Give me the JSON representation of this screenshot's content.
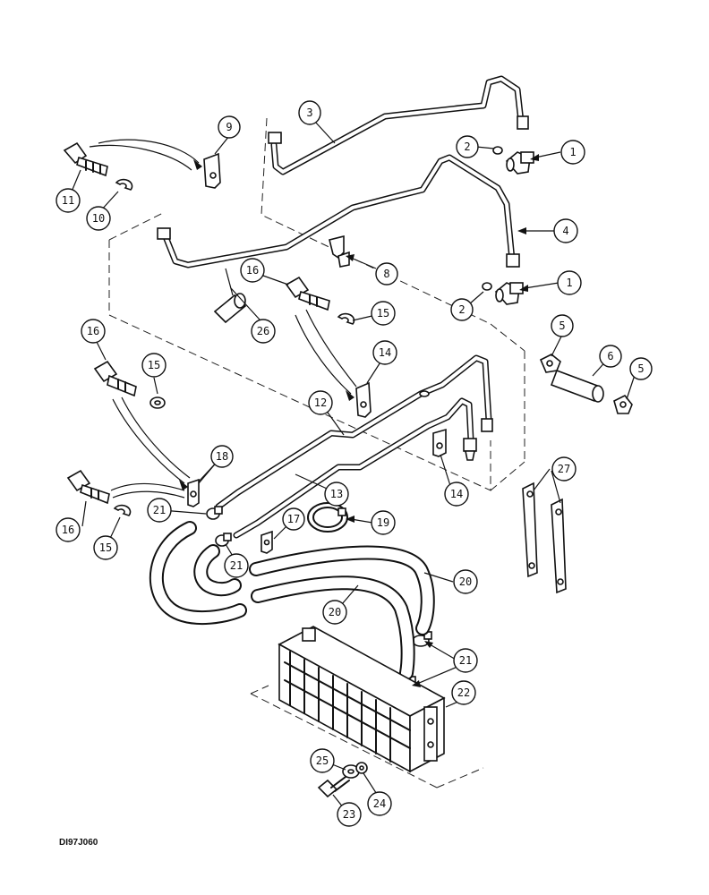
{
  "figure_id": "DI97J060",
  "callouts": {
    "c1a": "1",
    "c1b": "1",
    "c2a": "2",
    "c2b": "2",
    "c3": "3",
    "c4": "4",
    "c5a": "5",
    "c5b": "5",
    "c6": "6",
    "c8": "8",
    "c9": "9",
    "c10": "10",
    "c11": "11",
    "c12": "12",
    "c13": "13",
    "c14a": "14",
    "c14b": "14",
    "c15a": "15",
    "c15b": "15",
    "c15c": "15",
    "c16a": "16",
    "c16b": "16",
    "c16c": "16",
    "c17": "17",
    "c18": "18",
    "c19": "19",
    "c20a": "20",
    "c20b": "20",
    "c21a": "21",
    "c21b": "21",
    "c21c": "21",
    "c22": "22",
    "c23": "23",
    "c24": "24",
    "c25": "25",
    "c26": "26",
    "c27": "27"
  }
}
